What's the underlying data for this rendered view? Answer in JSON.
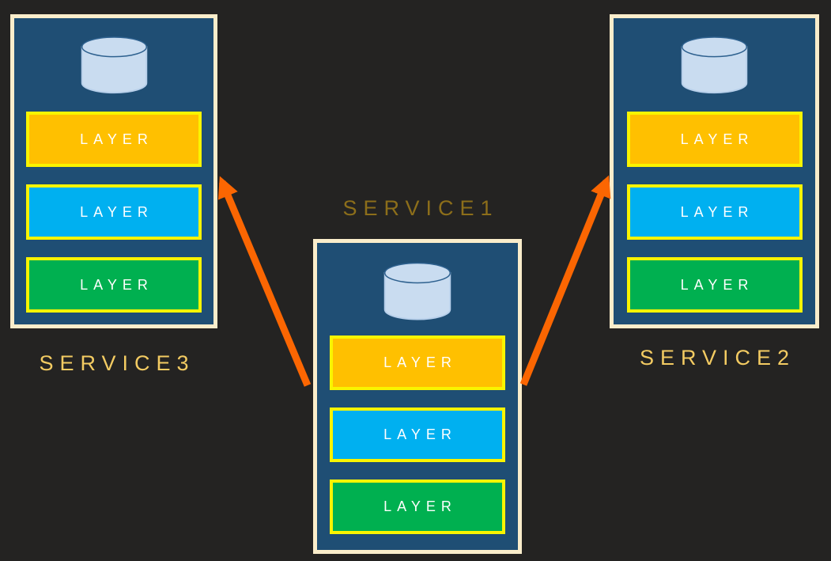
{
  "colors": {
    "background": "#242322",
    "panel_fill": "#1F4E74",
    "panel_border": "#FAEDCB",
    "layer_border": "#F9F400",
    "layer_text": "#FFFFFF",
    "arrow": "#FB6602",
    "db_fill": "#C9DCF0",
    "db_stroke_light": "#B7CFEA",
    "db_stroke_dark": "#2E618F"
  },
  "icons": {
    "database": "database-cylinder"
  },
  "services": [
    {
      "name": "SERVICE1",
      "label_color": "#8C6E1A",
      "layers": [
        {
          "label": "LAYER",
          "fill": "#FFC000"
        },
        {
          "label": "LAYER",
          "fill": "#00B0F0"
        },
        {
          "label": "LAYER",
          "fill": "#00B050"
        }
      ]
    },
    {
      "name": "SERVICE2",
      "label_color": "#F3CB62",
      "layers": [
        {
          "label": "LAYER",
          "fill": "#FFC000"
        },
        {
          "label": "LAYER",
          "fill": "#00B0F0"
        },
        {
          "label": "LAYER",
          "fill": "#00B050"
        }
      ]
    },
    {
      "name": "SERVICE3",
      "label_color": "#F3CB62",
      "layers": [
        {
          "label": "LAYER",
          "fill": "#FFC000"
        },
        {
          "label": "LAYER",
          "fill": "#00B0F0"
        },
        {
          "label": "LAYER",
          "fill": "#00B050"
        }
      ]
    }
  ],
  "connections": [
    {
      "from": "SERVICE1",
      "to": "SERVICE3"
    },
    {
      "from": "SERVICE1",
      "to": "SERVICE2"
    }
  ]
}
